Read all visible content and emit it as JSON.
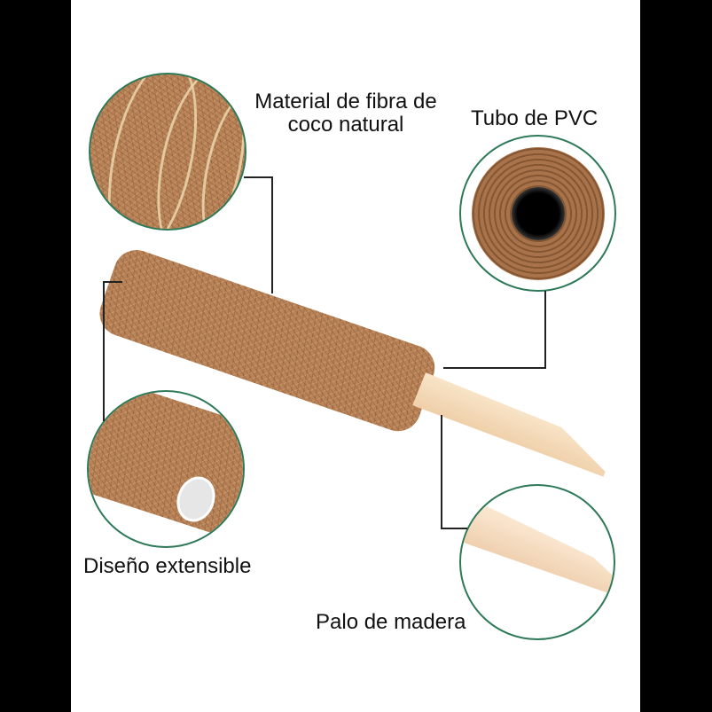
{
  "labels": {
    "fiber_material": [
      "Material de fibra de",
      "coco natural"
    ],
    "pvc_tube": "Tubo de PVC",
    "extensible_design": "Diseño extensible",
    "wood_stick": "Palo de madera"
  },
  "colors": {
    "circle_border": "#2e7a58",
    "fiber": "#b9835a",
    "wood": "#f2d6b5",
    "callout_line": "#222222",
    "letterbox": "#000000",
    "background": "#ffffff"
  }
}
